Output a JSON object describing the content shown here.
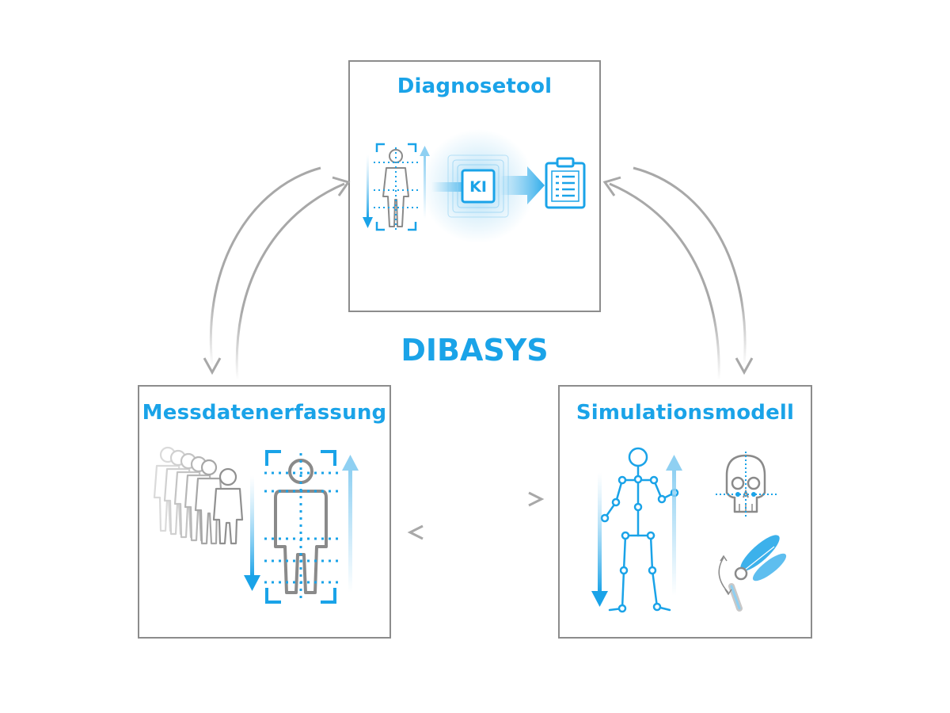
{
  "center": {
    "title": "DIBASYS"
  },
  "boxes": {
    "diagnose": {
      "title": "Diagnosetool",
      "ki_label": "KI"
    },
    "messdaten": {
      "title": "Messdatenerfassung"
    },
    "simulation": {
      "title": "Simulationsmodell"
    }
  },
  "colors": {
    "accent": "#1aa3e8",
    "accent_light": "#8fd0f2",
    "gray": "#9a9a9a",
    "border": "#8c8c8c"
  },
  "icons": {
    "diagnose": [
      "body-scan-icon",
      "ki-chip-icon",
      "clipboard-report-icon"
    ],
    "messdaten": [
      "people-queue-icon",
      "body-scan-icon"
    ],
    "simulation": [
      "skeleton-icon",
      "skull-icon",
      "muscle-joint-icon"
    ]
  }
}
